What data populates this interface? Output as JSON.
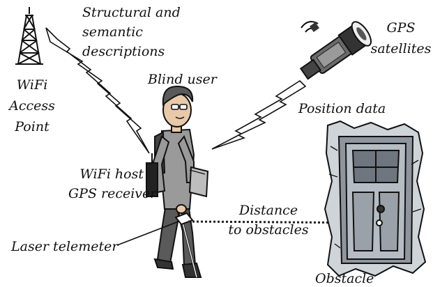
{
  "labels": {
    "structural": [
      "Structural and",
      "semantic",
      "descriptions"
    ],
    "wifi_ap": [
      "WiFi",
      "Access",
      "Point"
    ],
    "gps_satellites": [
      "GPS",
      "satellites"
    ],
    "blind_user": "Blind user",
    "position_data": "Position data",
    "wifi_host": [
      "WiFi host",
      "GPS receiver"
    ],
    "distance": [
      "Distance",
      "to obstacles"
    ],
    "laser": "Laser telemeter",
    "obstacle": "Obstacle"
  },
  "colors": {
    "ink": "#111111",
    "beam": "#222222",
    "door_fill": "#cfd4d8",
    "door_dark": "#6f7680",
    "skin": "#e8c9a8",
    "shirt": "#9a9a9a",
    "pants": "#5a5a5a"
  },
  "icons": {
    "tower": "wifi-tower-icon",
    "satellite": "gps-satellite-icon",
    "door": "obstacle-door-icon",
    "user": "blind-user-figure"
  }
}
